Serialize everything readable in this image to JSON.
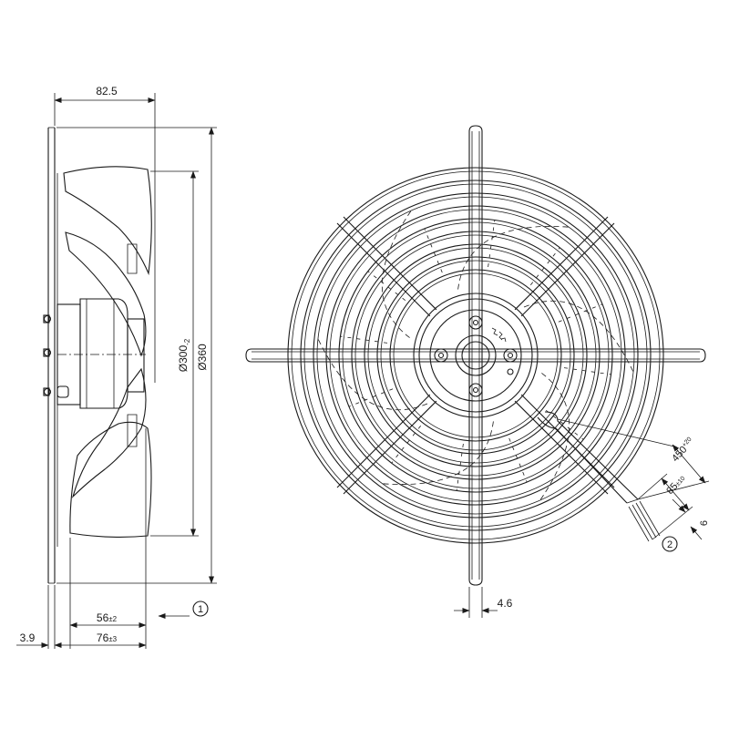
{
  "colors": {
    "line": "#1a1a1a",
    "background": "#ffffff"
  },
  "side_view": {
    "dim_depth": "82.5",
    "dim_blade_dia": "Ø300",
    "dim_blade_dia_tol": "-2",
    "dim_guard_dia": "Ø360",
    "dim_hub_depth": "56",
    "dim_hub_depth_tol": "±2",
    "dim_total_depth": "76",
    "dim_total_depth_tol": "±3",
    "dim_flange": "3.9",
    "marker_airflow": "1"
  },
  "front_view": {
    "dim_wire": "4.6",
    "dim_cable_length": "450",
    "dim_cable_length_tol": "+20",
    "dim_strip_length": "85",
    "dim_strip_length_tol": "±10",
    "dim_wire_strip": "6",
    "marker_cable": "2"
  }
}
